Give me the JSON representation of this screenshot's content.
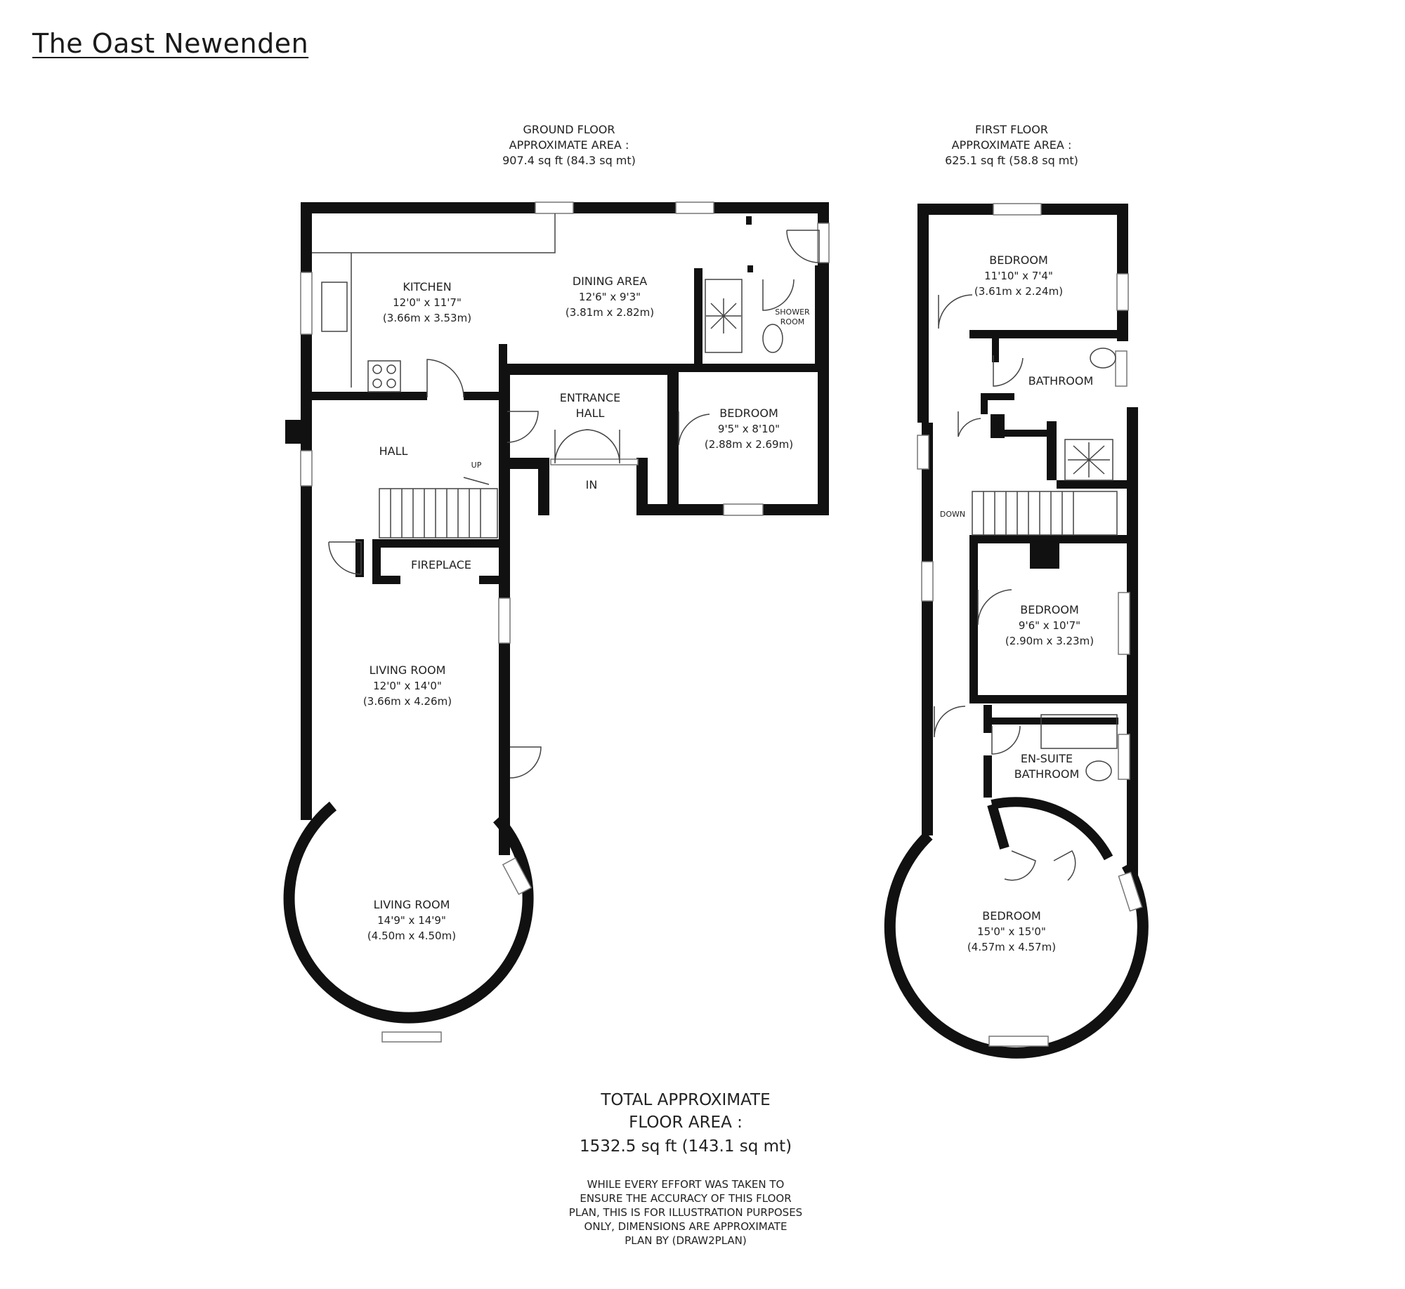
{
  "title": "The Oast Newenden",
  "ground_floor": {
    "heading": [
      "GROUND FLOOR",
      "APPROXIMATE AREA :",
      "907.4 sq ft (84.3 sq mt)"
    ],
    "rooms": [
      {
        "name": "KITCHEN",
        "size_imperial": "12'0\" x 11'7\"",
        "size_metric": "(3.66m x 3.53m)"
      },
      {
        "name": "DINING AREA",
        "size_imperial": "12'6\" x 9'3\"",
        "size_metric": "(3.81m x 2.82m)"
      },
      {
        "name": "SHOWER",
        "name2": "ROOM"
      },
      {
        "name": "ENTRANCE",
        "name2": "HALL"
      },
      {
        "name": "BEDROOM",
        "size_imperial": "9'5\" x 8'10\"",
        "size_metric": "(2.88m x 2.69m)"
      },
      {
        "name": "HALL"
      },
      {
        "name": "FIREPLACE"
      },
      {
        "name": "LIVING ROOM",
        "size_imperial": "12'0\" x 14'0\"",
        "size_metric": "(3.66m x 4.26m)"
      },
      {
        "name": "LIVING ROOM",
        "size_imperial": "14'9\" x 14'9\"",
        "size_metric": "(4.50m x 4.50m)"
      }
    ],
    "up_label": "UP",
    "in_label": "IN"
  },
  "first_floor": {
    "heading": [
      "FIRST FLOOR",
      "APPROXIMATE AREA :",
      "625.1 sq ft (58.8 sq mt)"
    ],
    "rooms": [
      {
        "name": "BEDROOM",
        "size_imperial": "11'10\" x 7'4\"",
        "size_metric": "(3.61m x 2.24m)"
      },
      {
        "name": "BATHROOM"
      },
      {
        "name": "BEDROOM",
        "size_imperial": "9'6\" x 10'7\"",
        "size_metric": "(2.90m x 3.23m)"
      },
      {
        "name": "EN-SUITE",
        "name2": "BATHROOM"
      },
      {
        "name": "BEDROOM",
        "size_imperial": "15'0\" x 15'0\"",
        "size_metric": "(4.57m x 4.57m)"
      }
    ],
    "down_label": "DOWN"
  },
  "total": [
    "TOTAL APPROXIMATE",
    "FLOOR AREA :",
    "1532.5 sq ft (143.1 sq mt)"
  ],
  "disclaimer": [
    "WHILE EVERY EFFORT WAS TAKEN TO",
    "ENSURE THE ACCURACY OF THIS FLOOR",
    "PLAN, THIS IS FOR ILLUSTRATION PURPOSES",
    "ONLY, DIMENSIONS ARE APPROXIMATE",
    "PLAN BY (DRAW2PLAN)"
  ]
}
